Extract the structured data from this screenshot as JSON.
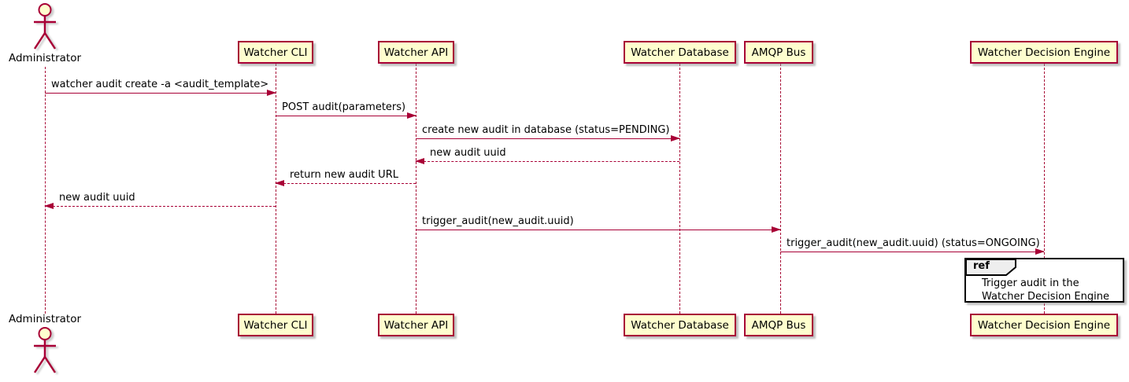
{
  "colors": {
    "stroke": "#A80036",
    "participant_fill": "#FEFECE",
    "text": "#000000",
    "ref_tab_fill": "#EEEEEE",
    "ref_border": "#000000"
  },
  "actor": {
    "label": "Administrator"
  },
  "participants": [
    {
      "label": "Watcher CLI"
    },
    {
      "label": "Watcher API"
    },
    {
      "label": "Watcher Database"
    },
    {
      "label": "AMQP Bus"
    },
    {
      "label": "Watcher Decision Engine"
    }
  ],
  "messages": [
    {
      "text": "watcher audit create -a <audit_template>",
      "from": "Administrator",
      "to": "Watcher CLI",
      "style": "solid"
    },
    {
      "text": "POST audit(parameters)",
      "from": "Watcher CLI",
      "to": "Watcher API",
      "style": "solid"
    },
    {
      "text": "create new audit in database (status=PENDING)",
      "from": "Watcher API",
      "to": "Watcher Database",
      "style": "solid"
    },
    {
      "text": "new audit uuid",
      "from": "Watcher Database",
      "to": "Watcher API",
      "style": "dashed"
    },
    {
      "text": "return new audit URL",
      "from": "Watcher API",
      "to": "Watcher CLI",
      "style": "dashed"
    },
    {
      "text": "new audit uuid",
      "from": "Watcher CLI",
      "to": "Administrator",
      "style": "dashed"
    },
    {
      "text": "trigger_audit(new_audit.uuid)",
      "from": "Watcher API",
      "to": "AMQP Bus",
      "style": "solid"
    },
    {
      "text": "trigger_audit(new_audit.uuid) (status=ONGOING)",
      "from": "AMQP Bus",
      "to": "Watcher Decision Engine",
      "style": "solid"
    }
  ],
  "ref": {
    "keyword": "ref",
    "line1": "Trigger audit in the",
    "line2": "Watcher Decision Engine"
  }
}
